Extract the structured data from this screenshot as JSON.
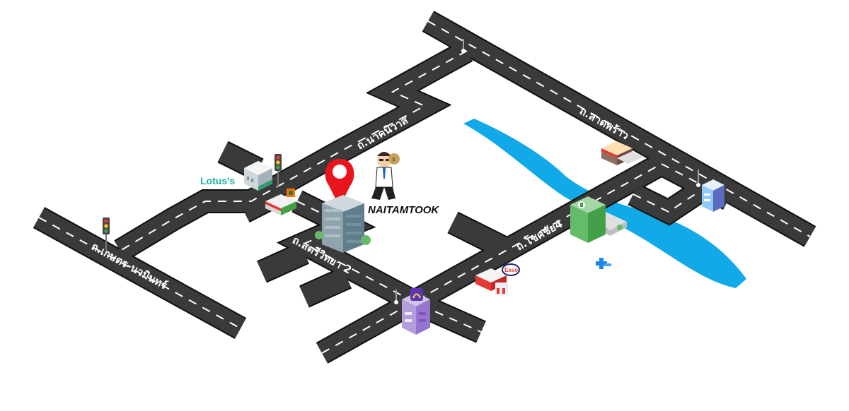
{
  "map": {
    "roads": [
      {
        "id": "lat-phrao",
        "label": "ถ.ลาดพร้าว"
      },
      {
        "id": "nak-niwat",
        "label": "ถ.นาคนิวาส"
      },
      {
        "id": "kaset-nawamin",
        "label": "ถ.เกษตร-นวมินทร์"
      },
      {
        "id": "sotsiwattana-2",
        "label": "ถ.สตรีวิทยา 2"
      },
      {
        "id": "chok-chai-4",
        "label": "ถ.โชคชัย4"
      }
    ],
    "landmarks": {
      "brand": "NAITAMTOOK",
      "lotus": "Lotus's",
      "esso": "Esso"
    },
    "colors": {
      "road": "#3a3a3a",
      "river": "#12a9e8",
      "pin": "#e8141e",
      "lotus": "#18b3a2"
    }
  }
}
